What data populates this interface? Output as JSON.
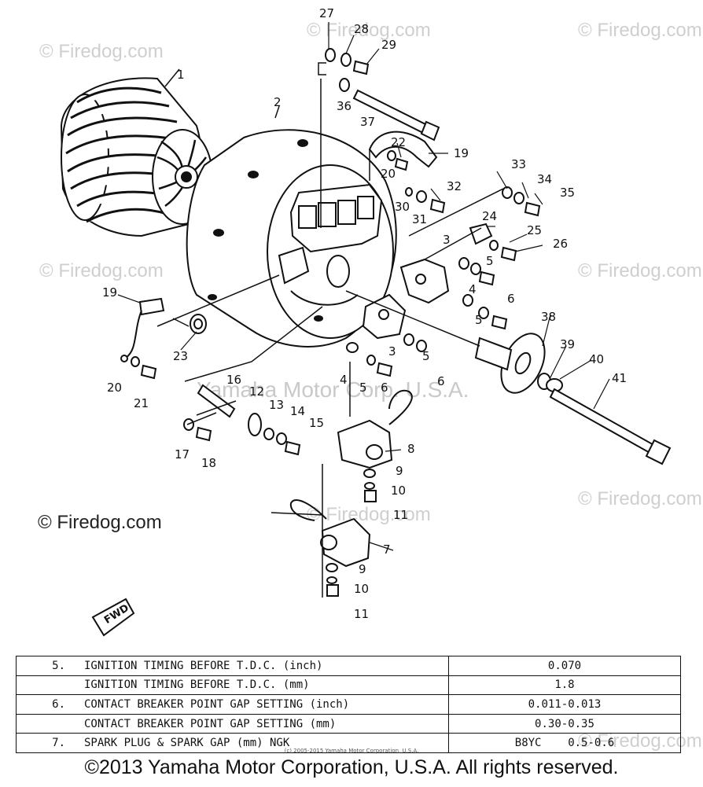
{
  "watermark": {
    "text": "© Firedog.com",
    "center_text": "Yamaha Motor Corp. U.S.A."
  },
  "callouts": [
    "1",
    "2",
    "3",
    "3",
    "4",
    "4",
    "5",
    "5",
    "5",
    "5",
    "6",
    "6",
    "6",
    "7",
    "8",
    "9",
    "9",
    "10",
    "10",
    "11",
    "11",
    "12",
    "13",
    "14",
    "15",
    "16",
    "17",
    "18",
    "19",
    "19",
    "20",
    "20",
    "21",
    "22",
    "23",
    "24",
    "25",
    "26",
    "27",
    "28",
    "29",
    "30",
    "31",
    "32",
    "33",
    "34",
    "35",
    "36",
    "37",
    "38",
    "39",
    "40",
    "41"
  ],
  "fwd_label": "FWD",
  "spec_table": {
    "rows": [
      {
        "no": "5.",
        "desc": "IGNITION TIMING BEFORE T.D.C. (inch)",
        "value": "0.070"
      },
      {
        "no": "",
        "desc": "IGNITION TIMING BEFORE T.D.C. (mm)",
        "value": "1.8"
      },
      {
        "no": "6.",
        "desc": "CONTACT BREAKER POINT GAP SETTING (inch)",
        "value": "0.011-0.013"
      },
      {
        "no": "",
        "desc": "CONTACT BREAKER POINT GAP SETTING (mm)",
        "value": "0.30-0.35"
      },
      {
        "no": "7.",
        "desc": "SPARK PLUG & SPARK GAP (mm) NGK",
        "value": "B8YC    0.5-0.6"
      }
    ]
  },
  "small_copyright": "(c) 2005-2015 Yamaha Motor Corporation, U.S.A.",
  "copyright": "©2013 Yamaha Motor Corporation, U.S.A. All rights reserved."
}
